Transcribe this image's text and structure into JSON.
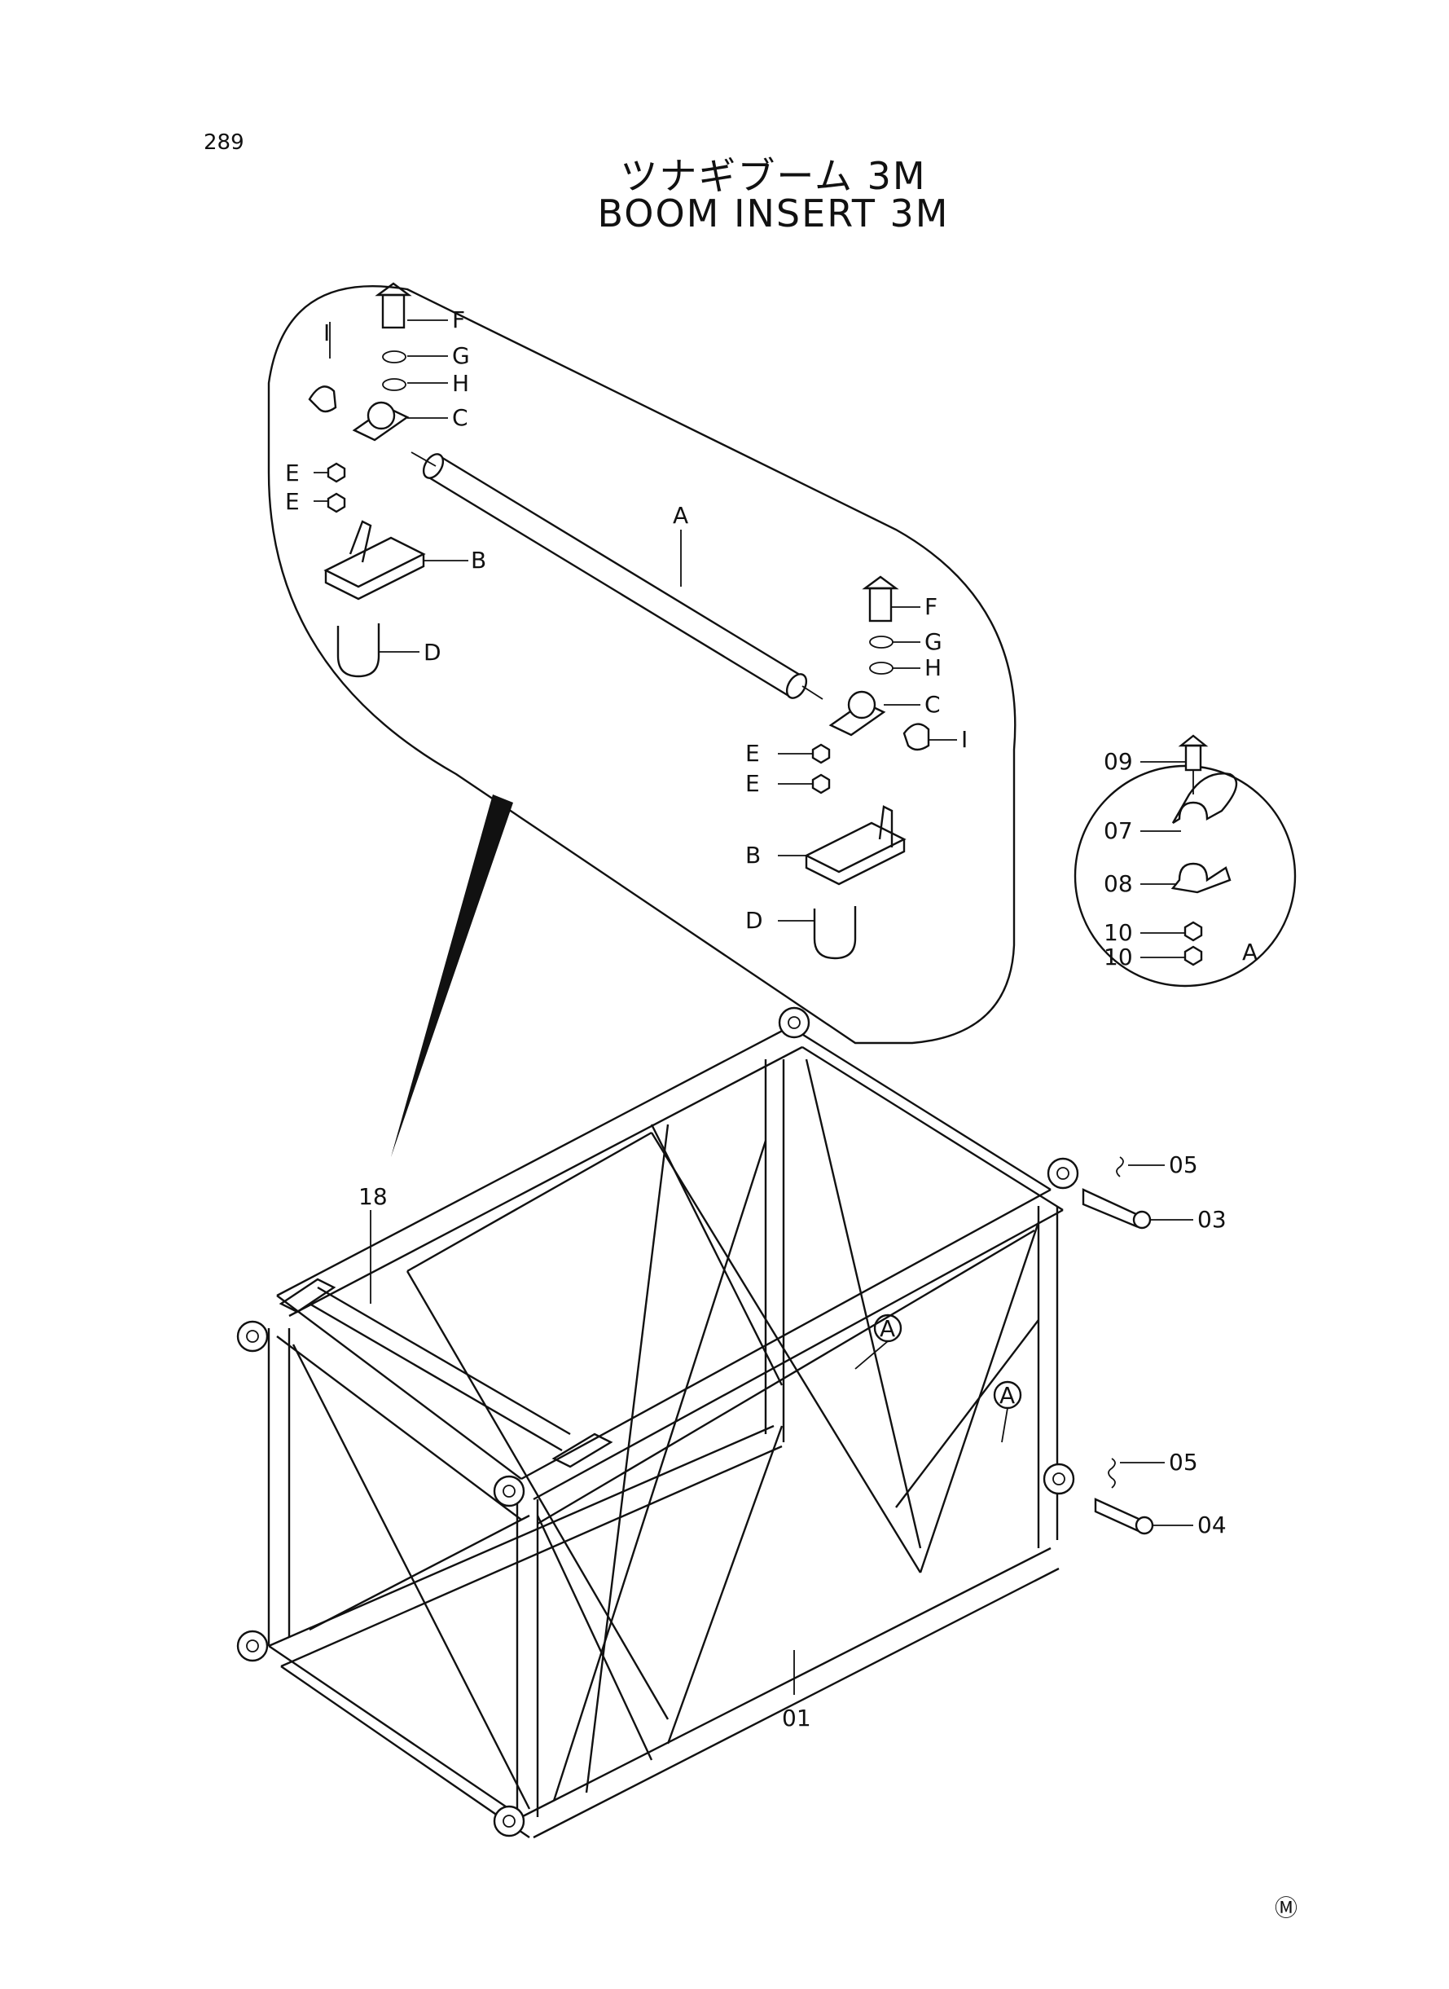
{
  "page_number": "289",
  "title_jp": "ツナギブーム 3M",
  "title_en": "BOOM INSERT 3M",
  "detail_labels": {
    "F": "F",
    "G": "G",
    "H": "H",
    "I": "I",
    "C": "C",
    "E": "E",
    "B": "B",
    "D": "D",
    "A": "A"
  },
  "part_numbers": {
    "p01": "01",
    "p03": "03",
    "p04": "04",
    "p05": "05",
    "p07": "07",
    "p08": "08",
    "p09": "09",
    "p10": "10",
    "p18": "18"
  },
  "callout_label": "A",
  "corner_mark": "Ⓜ"
}
